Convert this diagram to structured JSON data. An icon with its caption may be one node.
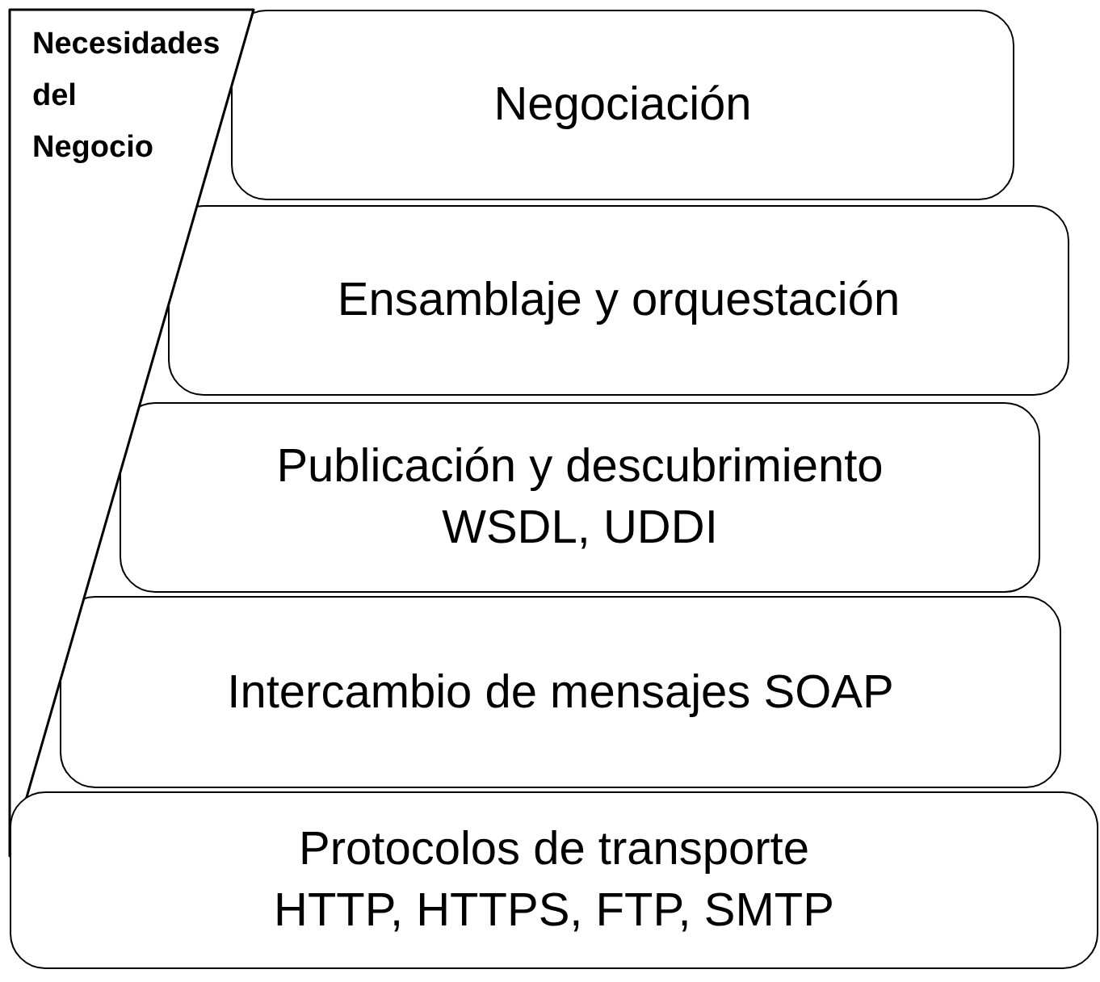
{
  "diagram": {
    "nodes": [
      {
        "text": [
          "Necesidades del Negocio"
        ]
      },
      {
        "text": [
          "Negociación"
        ]
      },
      {
        "text": [
          "Ensamblaje y orquestación"
        ]
      },
      {
        "text": [
          "Publicación y descubrimiento WSDL, UDDI"
        ]
      },
      {
        "text": [
          "Intercambio de mensajes SOAP"
        ]
      },
      {
        "text": [
          "Protocolos de transporte HTTP, HTTPS, FTP, SMTP"
        ]
      }
    ]
  }
}
